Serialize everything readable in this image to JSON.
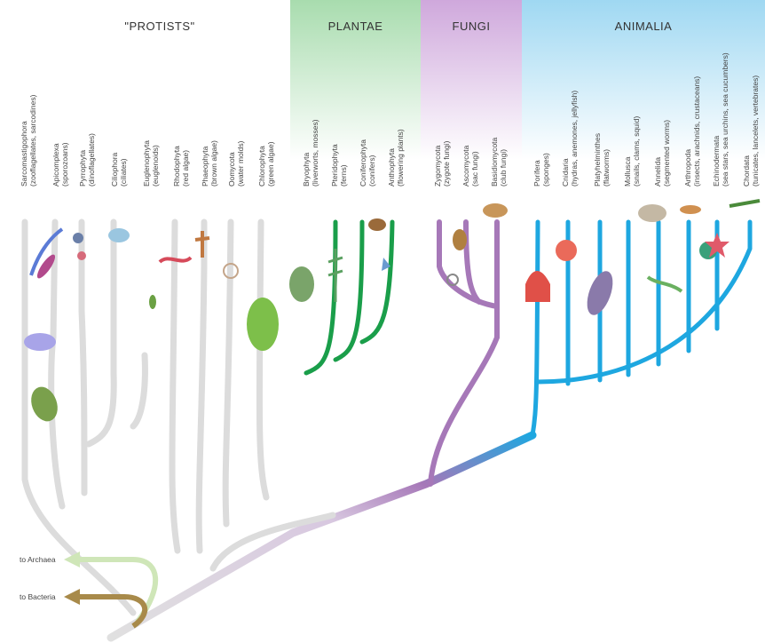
{
  "groups": {
    "protists": "\"PROTISTS\"",
    "plantae": "PLANTAE",
    "fungi": "FUNGI",
    "animalia": "ANIMALIA"
  },
  "taxa": [
    {
      "name": "Sarcomastigophora",
      "sub": "(zooflagellates, sarcodines)"
    },
    {
      "name": "Apicomplexa",
      "sub": "(sporozoans)"
    },
    {
      "name": "Pyrrophyta",
      "sub": "(dinoflagellates)"
    },
    {
      "name": "Ciliophora",
      "sub": "(ciliates)"
    },
    {
      "name": "Euglenophyta",
      "sub": "(euglenoids)"
    },
    {
      "name": "Rhodophyta",
      "sub": "(red algae)"
    },
    {
      "name": "Phaeophyta",
      "sub": "(brown algae)"
    },
    {
      "name": "Oomycota",
      "sub": "(water molds)"
    },
    {
      "name": "Chlorophyta",
      "sub": "(green algae)"
    },
    {
      "name": "Bryophyta",
      "sub": "(liverworts, mosses)"
    },
    {
      "name": "Pteridophyta",
      "sub": "(ferns)"
    },
    {
      "name": "Coniferophyta",
      "sub": "(conifers)"
    },
    {
      "name": "Anthophyta",
      "sub": "(flowering plants)"
    },
    {
      "name": "Zygomycota",
      "sub": "(zygote fungi)"
    },
    {
      "name": "Ascomycota",
      "sub": "(sac fungi)"
    },
    {
      "name": "Basidiomycota",
      "sub": "(club fungi)"
    },
    {
      "name": "Porifera",
      "sub": "(sponges)"
    },
    {
      "name": "Cnidaria",
      "sub": "(hydras, anemones, jellyfish)"
    },
    {
      "name": "Platyhelminthes",
      "sub": "(flatworms)"
    },
    {
      "name": "Mollusca",
      "sub": "(snails, clams, squid)"
    },
    {
      "name": "Annelida",
      "sub": "(segmented worms)"
    },
    {
      "name": "Arthropoda",
      "sub": "(insects, arachnids, crustaceans)"
    },
    {
      "name": "Echinodermata",
      "sub": "(sea stars, sea urchins, sea cucumbers)"
    },
    {
      "name": "Chordata",
      "sub": "(tunicates, lancelets, vertebrates)"
    }
  ],
  "outgroups": {
    "archaea": "to Archaea",
    "bacteria": "to Bacteria"
  },
  "colors": {
    "protists": "#d9d9d9",
    "plantae": "#1a9e4a",
    "fungi": "#a678b8",
    "animalia": "#1ea7e0",
    "archaea": "#b9dca0",
    "bacteria": "#a88a4a"
  }
}
